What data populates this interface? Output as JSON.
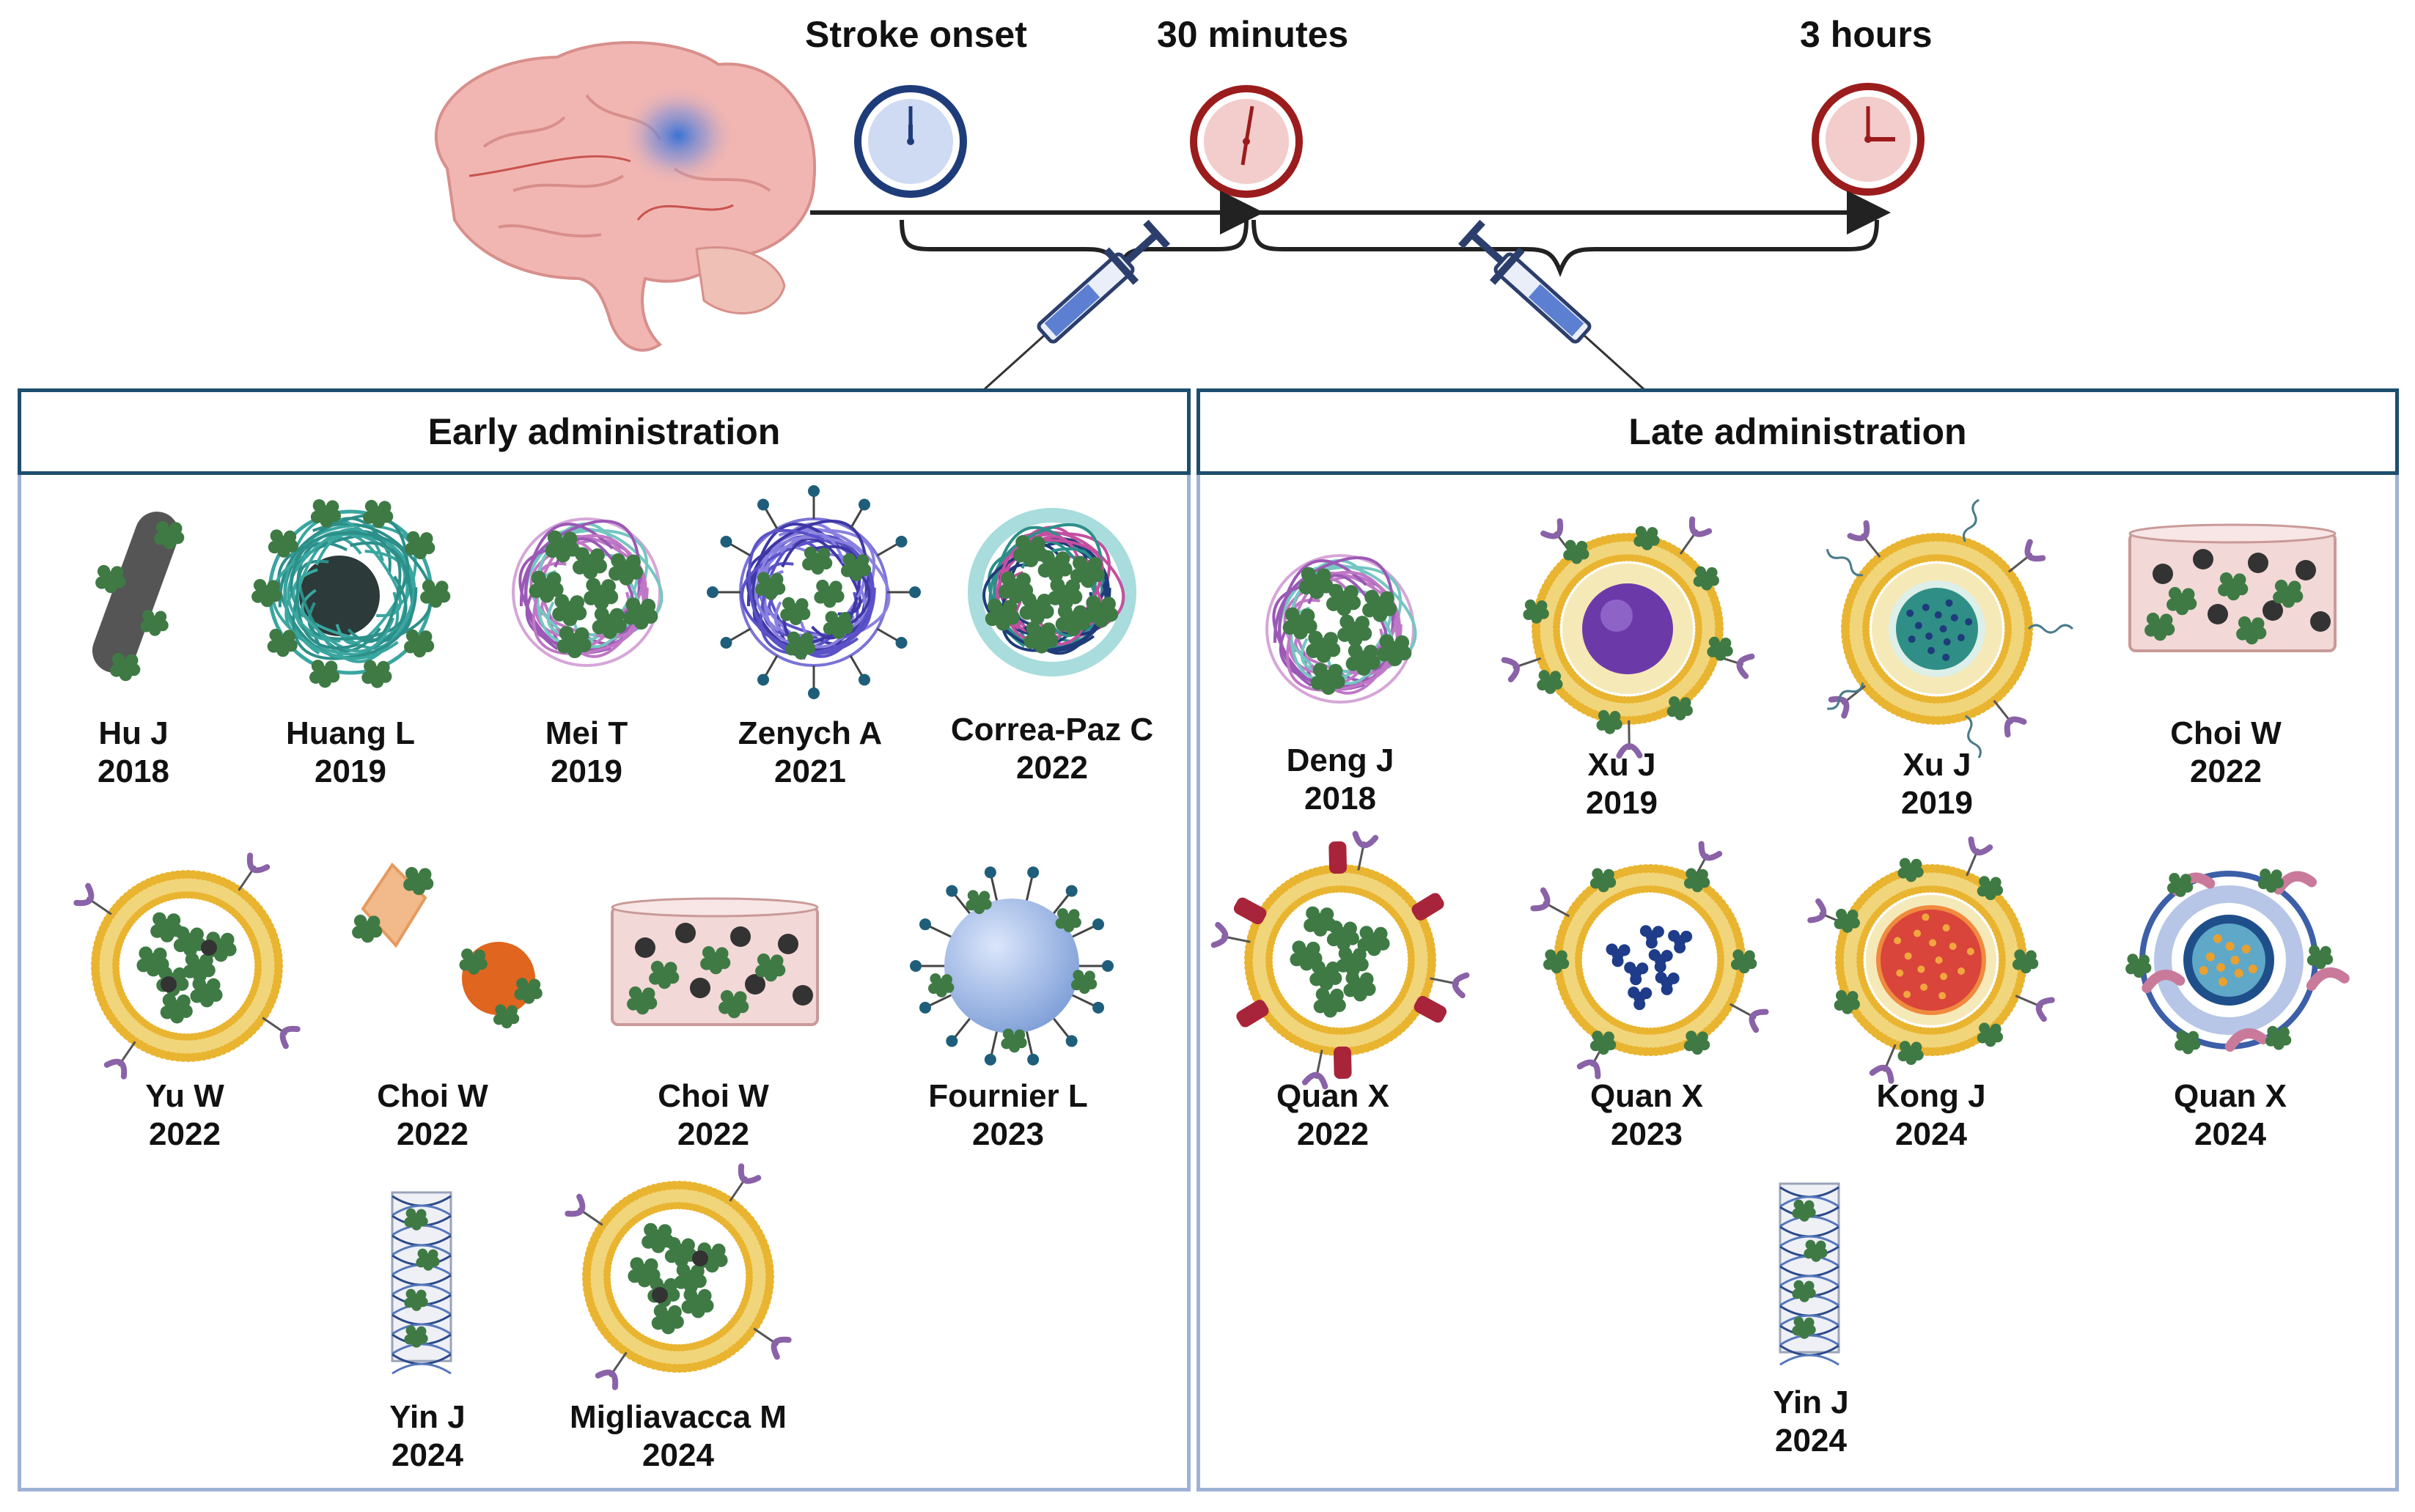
{
  "timeline": {
    "stroke_onset": "Stroke onset",
    "thirty_minutes": "30 minutes",
    "three_hours": "3 hours"
  },
  "panels": {
    "early": "Early administration",
    "late": "Late administration"
  },
  "early_items": [
    {
      "author": "Hu J",
      "year": "2018",
      "icon": "rod-nanoparticle-icon"
    },
    {
      "author": "Huang L",
      "year": "2019",
      "icon": "polymer-core-nanoparticle-icon"
    },
    {
      "author": "Mei T",
      "year": "2019",
      "icon": "polymer-nanoparticle-icon"
    },
    {
      "author": "Zenych A",
      "year": "2021",
      "icon": "decorated-polymer-nanoparticle-icon"
    },
    {
      "author": "Correa-Paz C",
      "year": "2022",
      "icon": "coated-polymer-nanoparticle-icon"
    },
    {
      "author": "Yu W",
      "year": "2022",
      "icon": "liposome-icon"
    },
    {
      "author": "Choi W",
      "year": "2022",
      "icon": "crystal-and-sphere-icon"
    },
    {
      "author": "Choi W",
      "year": "2022",
      "icon": "hydrogel-slab-icon"
    },
    {
      "author": "Fournier L",
      "year": "2023",
      "icon": "microbubble-icon"
    },
    {
      "author": "Yin J",
      "year": "2024",
      "icon": "dna-tube-icon"
    },
    {
      "author": "Migliavacca M",
      "year": "2024",
      "icon": "liposome-icon"
    }
  ],
  "late_items": [
    {
      "author": "Deng J",
      "year": "2018",
      "icon": "polymer-nanoparticle-icon"
    },
    {
      "author": "Xu J",
      "year": "2019",
      "icon": "liposome-purple-core-icon"
    },
    {
      "author": "Xu J",
      "year": "2019",
      "icon": "liposome-teal-core-icon"
    },
    {
      "author": "Choi W",
      "year": "2022",
      "icon": "hydrogel-slab-icon"
    },
    {
      "author": "Quan X",
      "year": "2022",
      "icon": "liposome-red-tags-icon"
    },
    {
      "author": "Quan X",
      "year": "2023",
      "icon": "liposome-blue-cargo-icon"
    },
    {
      "author": "Kong J",
      "year": "2024",
      "icon": "liposome-red-core-icon"
    },
    {
      "author": "Quan X",
      "year": "2024",
      "icon": "blue-vesicle-icon"
    },
    {
      "author": "Yin J",
      "year": "2024",
      "icon": "dna-tube-icon"
    }
  ],
  "colors": {
    "panel_border": "#9fb2d6",
    "header_border": "#1d4e6e",
    "clock_blue": "#1f3c7a",
    "clock_red": "#9b1c1c",
    "drug_green": "#3f7a45",
    "lipid_gold": "#e9b430",
    "brain_pink": "#f2b6b2"
  }
}
